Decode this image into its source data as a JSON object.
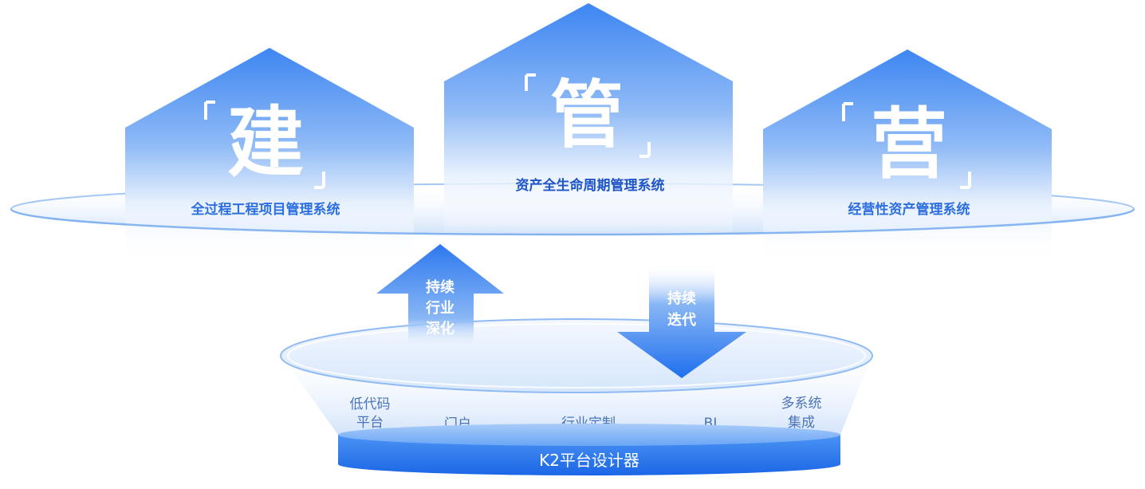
{
  "houses": [
    {
      "char": "建",
      "label": "全过程工程项目管理系统",
      "label_color": "#2e6fe0"
    },
    {
      "char": "管",
      "label": "资产全生命周期管理系统",
      "label_color": "#1f55c7"
    },
    {
      "char": "营",
      "label": "经营性资产管理系统",
      "label_color": "#2e6fe0"
    }
  ],
  "arrows": {
    "up": {
      "lines": [
        "持续",
        "行业",
        "深化"
      ]
    },
    "down": {
      "lines": [
        "持续",
        "迭代"
      ]
    }
  },
  "platform": {
    "features": [
      {
        "lines": [
          "低代码",
          "平台"
        ]
      },
      {
        "lines": [
          "门户"
        ]
      },
      {
        "lines": [
          "行业定制"
        ]
      },
      {
        "lines": [
          "BI"
        ]
      },
      {
        "lines": [
          "多系统",
          "集成"
        ]
      }
    ],
    "base_label": "K2平台设计器"
  },
  "colors": {
    "primary": "#2f7bf0",
    "light": "#dbe9fc",
    "text_feature": "#4a74b8"
  }
}
